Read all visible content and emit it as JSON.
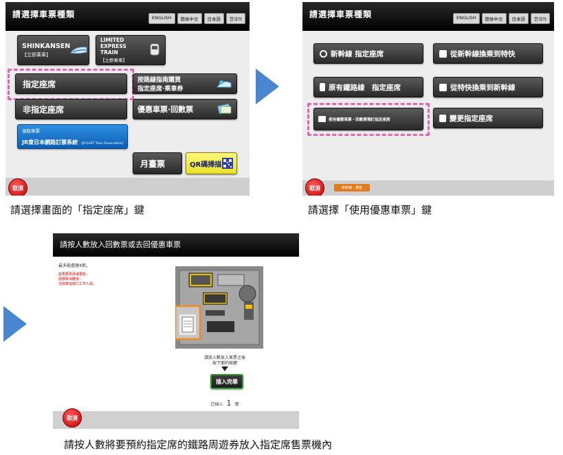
{
  "screen1": {
    "header_title": "請選擇車票種類",
    "languages": [
      "ENGLISH",
      "簡体中文",
      "日本語",
      "한국어"
    ],
    "shinkansen": {
      "title": "SHINKANSEN",
      "sub": "【立即乘車】"
    },
    "limited_express": {
      "title": "LIMITED EXPRESS",
      "title2": "TRAIN",
      "sub": "【立即乘車】"
    },
    "reserved_seat": "指定座席",
    "route_guide": {
      "line1": "按路線指南購買",
      "line2": "指定座席·乘車券"
    },
    "non_reserved": "非指定座席",
    "discount": "優惠車票·回數票",
    "jr_east": {
      "line1": "領取車票",
      "line2": "JR東日本網路訂票系統",
      "small": "(JR-EAST Train Reservation)"
    },
    "platform": "月臺票",
    "qr": "QR碼掃描",
    "cancel": "取消"
  },
  "screen2": {
    "header_title": "請選擇車票種類",
    "languages": [
      "ENGLISH",
      "簡体中文",
      "日本語",
      "한국어"
    ],
    "btn1": "新幹線 指定座席",
    "btn2": "從新幹線換乘到特快",
    "btn3": "原有鐵路線　指定座席",
    "btn4": "從特快換乘到新幹線",
    "btn5": "使用優惠車票・回數票預訂指定座席",
    "btn6": "變更指定座席",
    "cancel": "取消",
    "footer_tag": "新幹線　乘客"
  },
  "screen3": {
    "header_title": "請按人數放入回數票或去回優惠車票",
    "max_text": "最多能處理4張。",
    "red_text": [
      "如果要更改或重新，",
      "請按取消鍵後，",
      "洽詢車站窗口工作人員。"
    ],
    "instruction": [
      "請放入數放入車票之後",
      "按下面的按鍵"
    ],
    "done_button": "插入完畢",
    "inserted_prefix": "已插入",
    "inserted_count": "1",
    "inserted_suffix": "張",
    "cancel": "取消"
  },
  "captions": {
    "c1": "請選擇畫面的「指定座席」鍵",
    "c2": "請選擇「使用優惠車票」鍵",
    "c3": "請按人數將要預約指定席的鐵路周遊券放入指定席售票機內"
  },
  "colors": {
    "accent_arrow": "#4a86d0",
    "highlight_dash": "#e565b5",
    "cancel_red": "#d40000",
    "qr_yellow": "#f2ee3a",
    "done_green": "#2f7d2f"
  }
}
